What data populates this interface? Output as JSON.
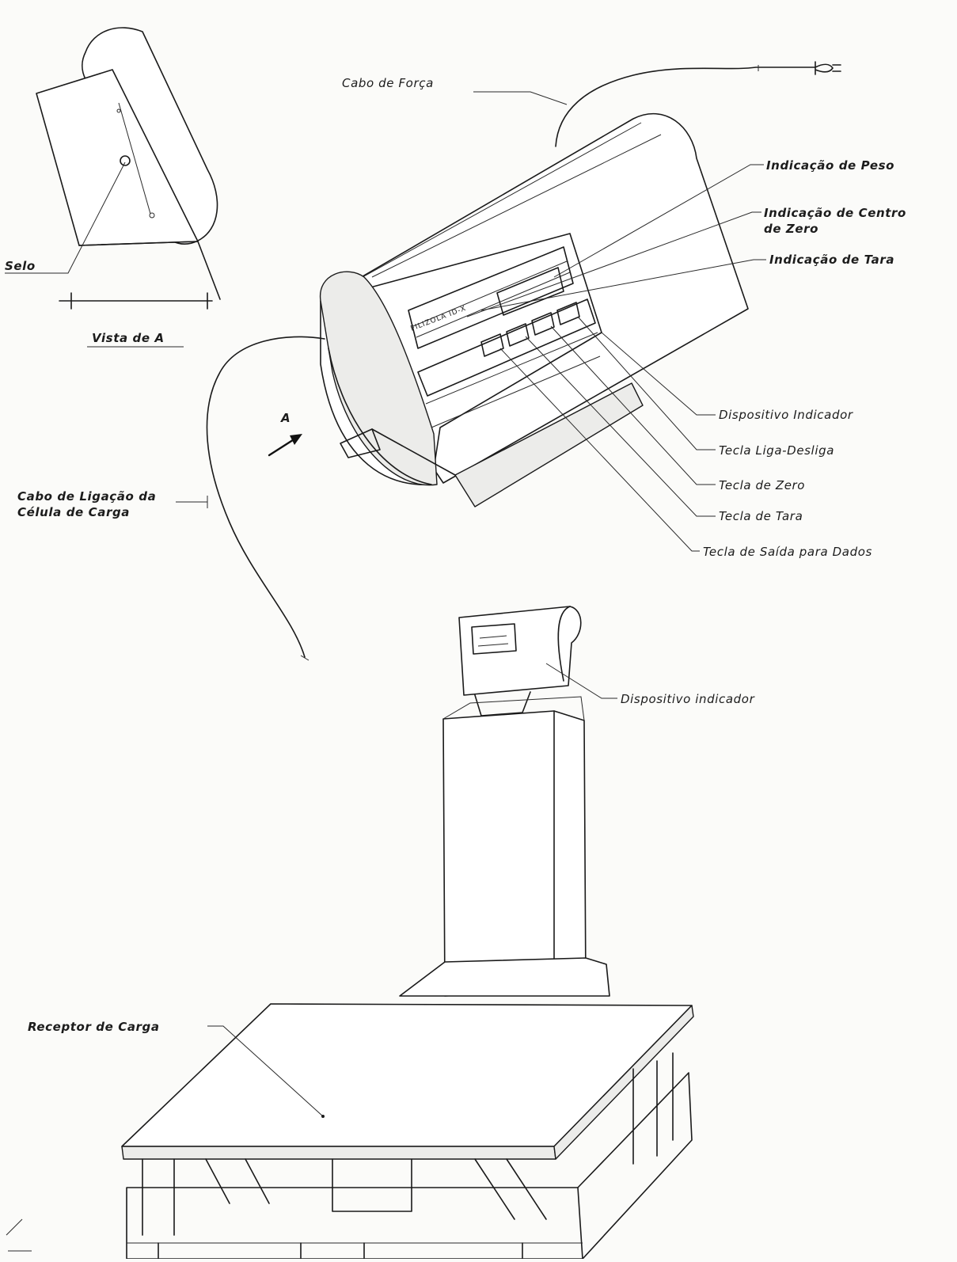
{
  "labels": {
    "selo": "Selo",
    "vista_de_a": "Vista de A",
    "cabo_de_forca": "Cabo de Força",
    "indicacao_peso": "Indicação de Peso",
    "indicacao_centro_zero_1": "Indicação de Centro",
    "indicacao_centro_zero_2": "de Zero",
    "indicacao_tara": "Indicação de Tara",
    "dispositivo_indicador": "Dispositivo Indicador",
    "tecla_liga_desliga": "Tecla Liga-Desliga",
    "tecla_zero": "Tecla de Zero",
    "tecla_tara": "Tecla de Tara",
    "tecla_saida_dados": "Tecla de Saída para Dados",
    "cabo_ligacao_1": "Cabo de Ligação da",
    "cabo_ligacao_2": "Célula de Carga",
    "arrow_a": "A",
    "dispositivo_indicador_2": "Dispositivo indicador",
    "receptor_de_carga": "Receptor de Carga",
    "brand": "FILIZOLA ID-X"
  }
}
